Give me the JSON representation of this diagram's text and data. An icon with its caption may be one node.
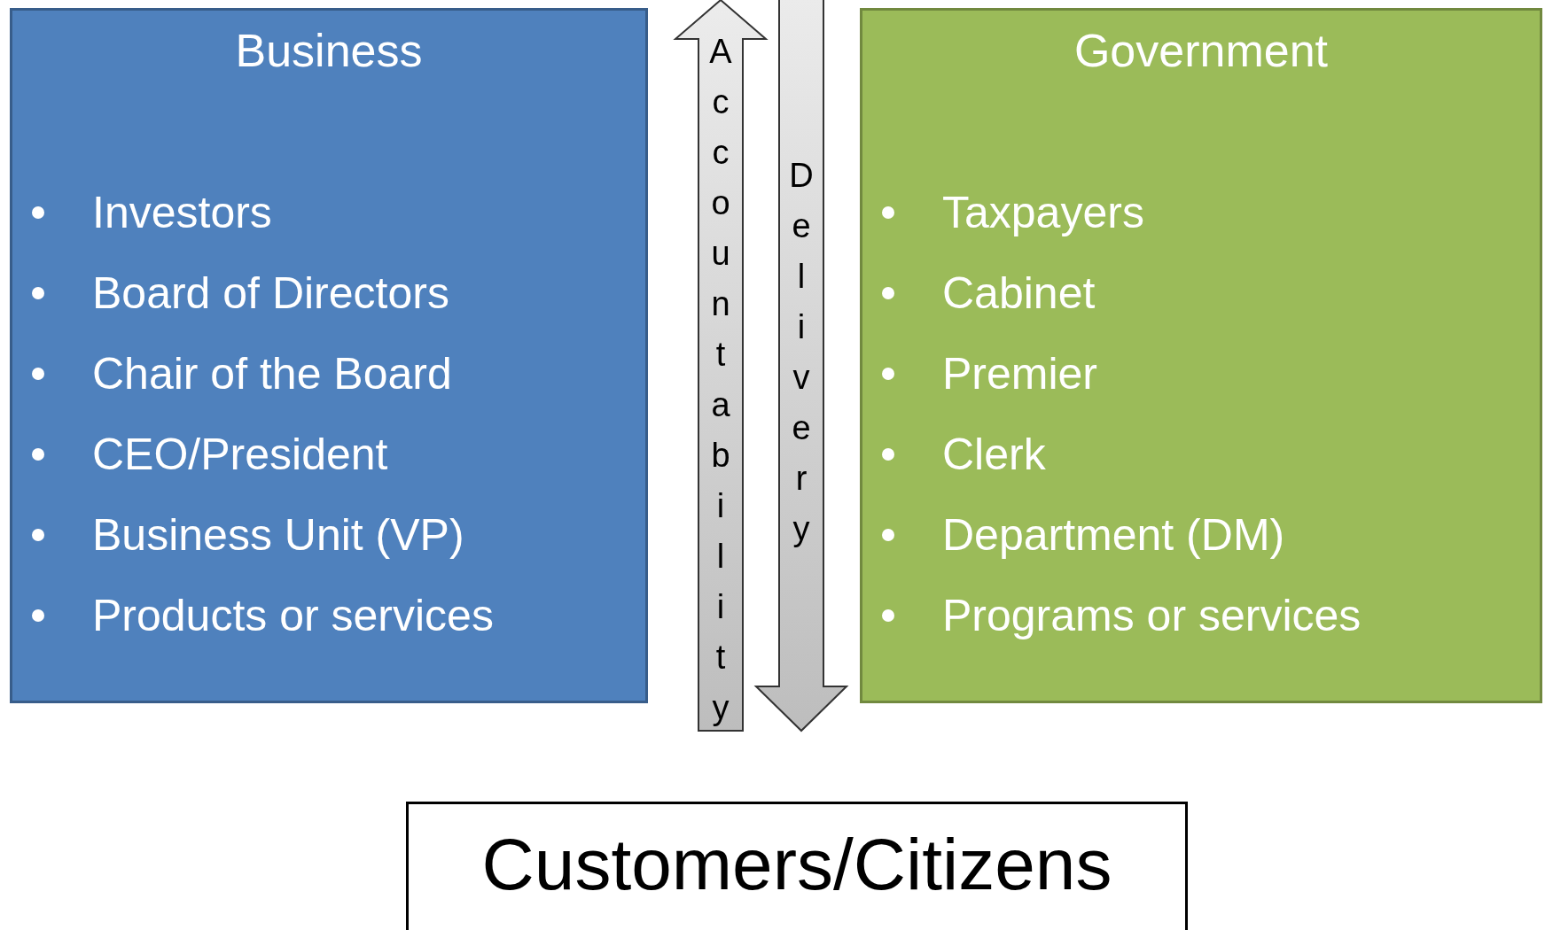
{
  "diagram": {
    "nodes": [
      {
        "text": [
          "Business",
          "Investors",
          "Board of Directors",
          "Chair of the Board",
          "CEO/President",
          "Business Unit (VP)",
          "Products or services"
        ]
      },
      {
        "text": [
          "Government",
          "Taxpayers",
          "Cabinet",
          "Premier",
          "Clerk",
          "Department (DM)",
          "Programs or services"
        ]
      },
      {
        "text": [
          "Customers/Citizens"
        ]
      }
    ],
    "labels": [
      "Accountability",
      "Delivery"
    ]
  }
}
